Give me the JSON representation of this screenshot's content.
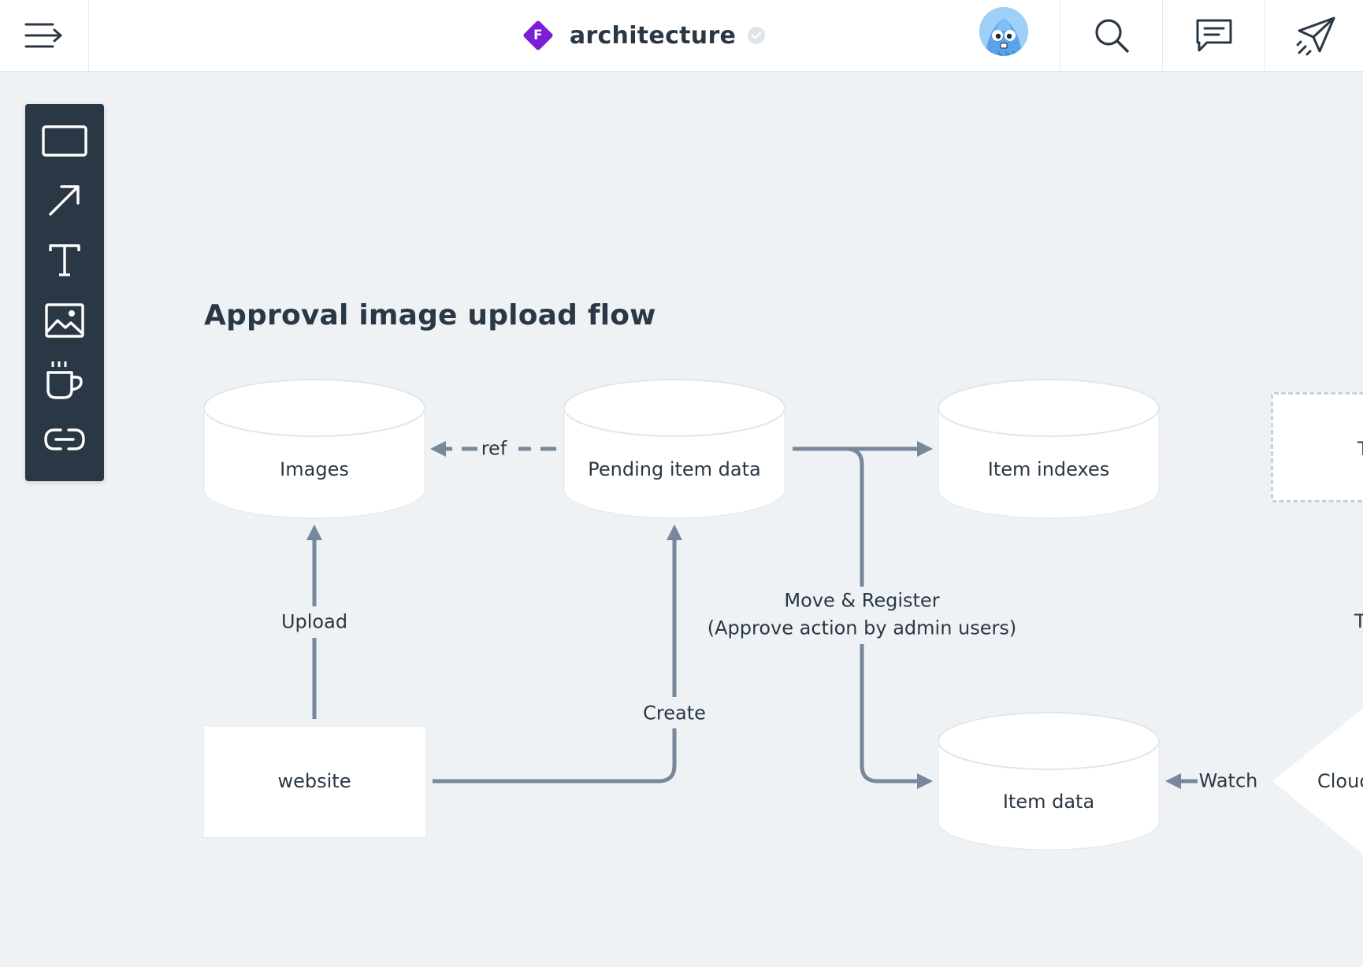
{
  "header": {
    "workspace_initial": "F",
    "doc_title": "architecture",
    "menu_icon": "menu-icon",
    "buttons": [
      "search-icon",
      "comment-icon",
      "send-icon"
    ]
  },
  "toolbar": {
    "tools": [
      "rectangle-icon",
      "arrow-icon",
      "text-icon",
      "image-icon",
      "cup-icon",
      "link-icon"
    ]
  },
  "diagram": {
    "title": "Approval image upload flow",
    "nodes": {
      "images": "Images",
      "pending": "Pending item data",
      "indexes": "Item indexes",
      "website": "website",
      "item_data": "Item data",
      "partial_dashed": "Tv",
      "partial_text": "T",
      "partial_cloud": "Cloud"
    },
    "edges": {
      "ref": "ref",
      "upload": "Upload",
      "create": "Create",
      "move_line1": "Move & Register",
      "move_line2": "(Approve action by admin users)",
      "watch": "Watch"
    }
  },
  "colors": {
    "toolbar_bg": "#2a3744",
    "canvas_bg": "#eef2f5",
    "edge": "#76889a",
    "accent": "#7b1fd6"
  }
}
